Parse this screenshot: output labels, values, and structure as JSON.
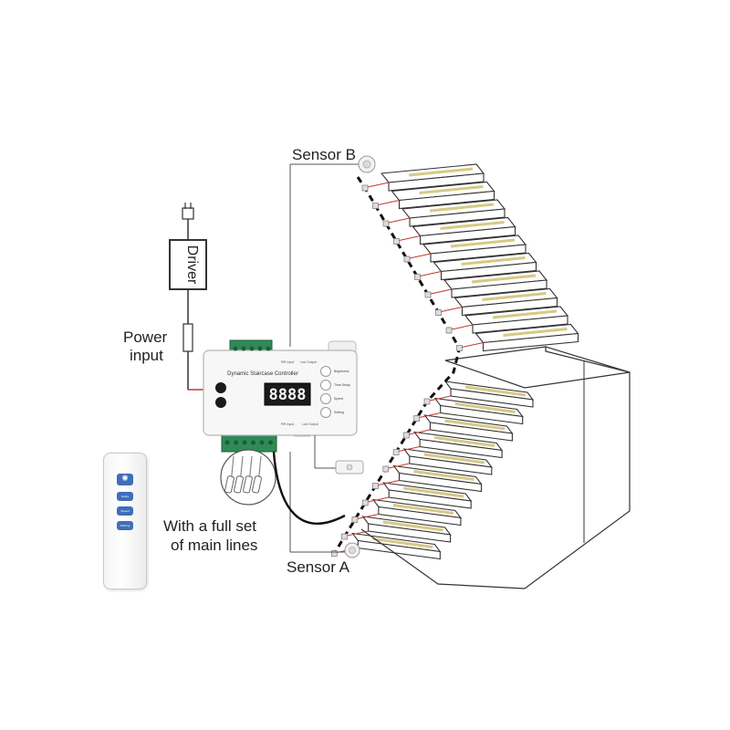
{
  "labels": {
    "sensor_b": "Sensor B",
    "sensor_a": "Sensor A",
    "driver": "Driver",
    "power_input_line1": "Power",
    "power_input_line2": "input",
    "main_lines_line1": "With a full set",
    "main_lines_line2": "of main lines"
  },
  "controller": {
    "title": "Dynamic Staircase Controller",
    "display": "8888",
    "pir_input_top": "PIR Input",
    "led_output_top": "Led Output",
    "pir_input_bottom": "PIR Input",
    "led_output_bottom": "Led Output",
    "buttons": [
      "Brightness",
      "Time Delay",
      "Speed",
      "Setting"
    ]
  },
  "remote": {
    "buttons": [
      "Delay",
      "Speed",
      "Setting"
    ]
  },
  "colors": {
    "line": "#333333",
    "led_strip": "#d8c985",
    "wire_red": "#c0392b",
    "remote_blue": "#3e6fb8",
    "terminal_green": "#2e8b57"
  }
}
